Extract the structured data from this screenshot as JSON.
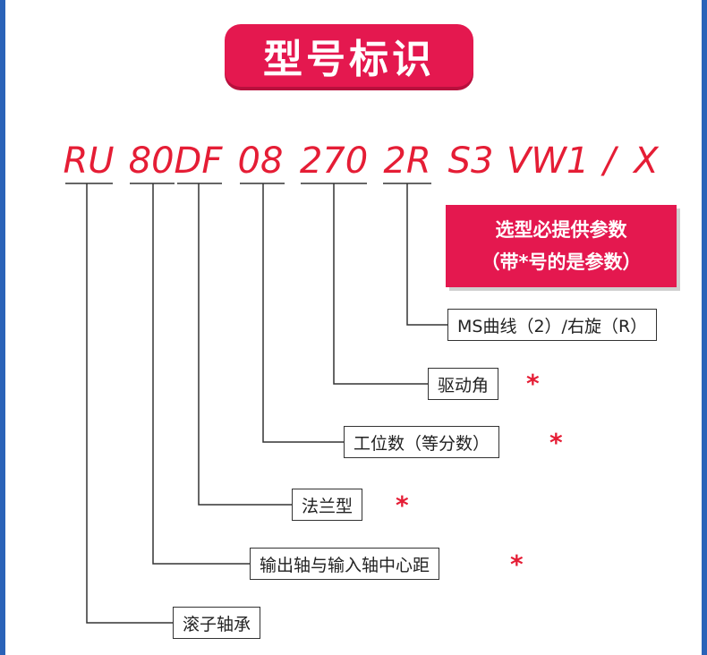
{
  "title": "型号标识",
  "code_parts": [
    "RU",
    "80DF",
    "08",
    "270",
    "2R",
    "S3",
    "VW1",
    "/",
    "X"
  ],
  "notice": {
    "line1": "选型必提供参数",
    "line2": "（带*号的是参数）"
  },
  "labels": [
    {
      "text": "MS曲线（2）/右旋（R）",
      "required": false
    },
    {
      "text": "驱动角",
      "required": true
    },
    {
      "text": "工位数（等分数）",
      "required": true
    },
    {
      "text": "法兰型",
      "required": true
    },
    {
      "text": "输出轴与输入轴中心距",
      "required": true
    },
    {
      "text": "滚子轴承",
      "required": false
    }
  ],
  "required_marker": "*",
  "colors": {
    "accent": "#e4184f",
    "code_text": "#e51d35",
    "frame": "#2a63b8"
  }
}
